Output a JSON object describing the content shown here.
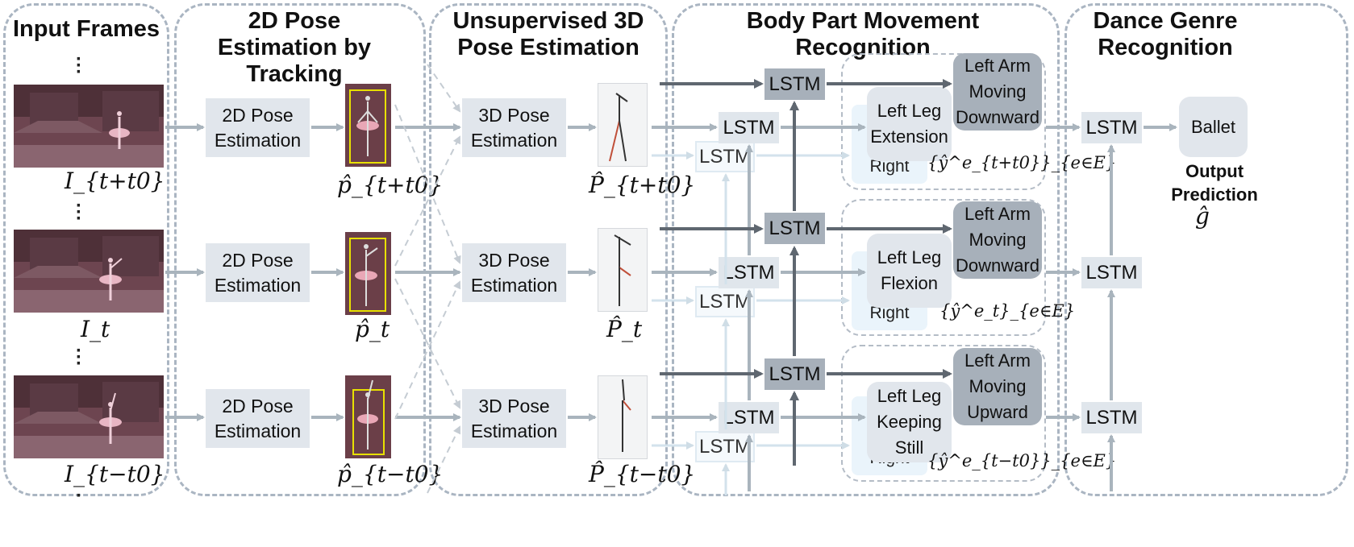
{
  "stages": {
    "input_frames": "Input Frames",
    "pose2d": "2D Pose Estimation by Tracking",
    "pose3d": "Unsupervised 3D Pose Estimation",
    "body_part": "Body Part Movement Recognition",
    "genre": "Dance Genre Recognition"
  },
  "blocks": {
    "pose2d": "2D Pose Estimation",
    "pose3d": "3D Pose Estimation",
    "lstm": "LSTM",
    "lstm_partial": "LSTM"
  },
  "frame_labels": [
    "I_{t+t0}",
    "I_t",
    "I_{t−t0}"
  ],
  "pose2d_labels": [
    "p̂_{t+t0}",
    "p̂_t",
    "p̂_{t−t0}"
  ],
  "pose3d_labels": [
    "P̂_{t+t0}",
    "P̂_t",
    "P̂_{t−t0}"
  ],
  "movements": [
    {
      "arm": "Left Arm Moving Downward",
      "leg": "Left Leg Extension",
      "back": "Right",
      "set": "{ŷ^e_{t+t0}}_{e∈E}"
    },
    {
      "arm": "Left Arm Moving Downward",
      "leg": "Left Leg Flexion",
      "back": "Right",
      "set": "{ŷ^e_t}_{e∈E}"
    },
    {
      "arm": "Left Arm Moving Upward",
      "leg": "Left Leg Keeping Still",
      "back": "Right",
      "set": "{ŷ^e_{t−t0}}_{e∈E}"
    }
  ],
  "output": {
    "genre": "Ballet",
    "caption": "Output Prediction",
    "symbol": "ĝ"
  },
  "colors": {
    "dashed_border": "#aab5c2",
    "box_light": "#e1e6ec",
    "lstm_dark": "#a7b0ba",
    "arrow_mid": "#a9b4bd",
    "arrow_dark": "#5f6770",
    "pose_box": "#e8e000",
    "stage_photo": "#7a4a55"
  }
}
